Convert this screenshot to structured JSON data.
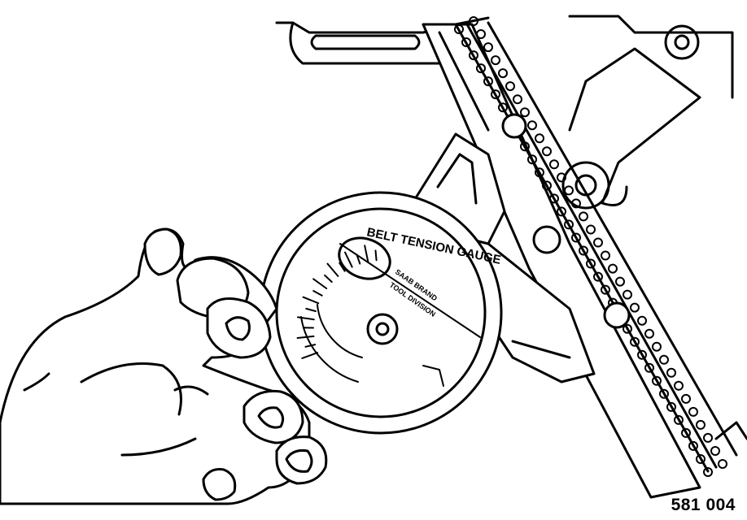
{
  "figure": {
    "number": "581 004"
  },
  "gauge": {
    "label_top": "BELT TENSION GAUGE",
    "label_line1": "SAAB BRAND",
    "label_line2": "TOOL DIVISION"
  },
  "icons": {
    "hand": "hand-icon",
    "gauge": "belt-tension-gauge-icon",
    "belt": "toothed-belt-icon",
    "bracket": "bracket-icon"
  }
}
